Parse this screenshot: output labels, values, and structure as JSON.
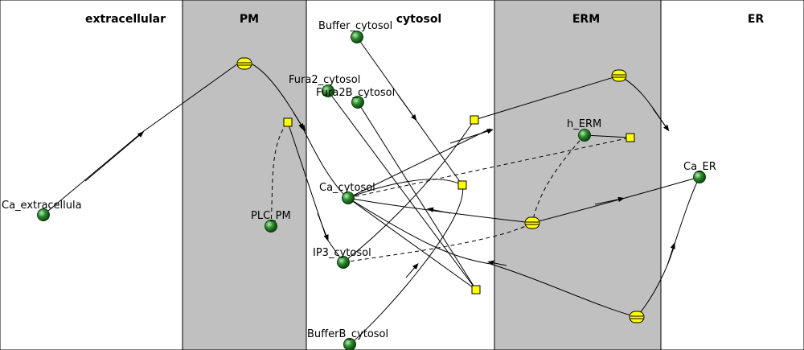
{
  "compartments": [
    {
      "id": "extracellular",
      "label": "extracellular",
      "fill": "#ffffff"
    },
    {
      "id": "pm",
      "label": "PM",
      "fill": "#c0c0c0"
    },
    {
      "id": "cytosol",
      "label": "cytosol",
      "fill": "#ffffff"
    },
    {
      "id": "erm",
      "label": "ERM",
      "fill": "#c0c0c0"
    },
    {
      "id": "er",
      "label": "ER",
      "fill": "#ffffff"
    }
  ],
  "species": [
    {
      "id": "ca_ext",
      "label": "Ca_extracellula"
    },
    {
      "id": "plc_pm",
      "label": "PLC_PM"
    },
    {
      "id": "buffer_cyt",
      "label": "Buffer_cytosol"
    },
    {
      "id": "fura2_cyt",
      "label": "Fura2_cytosol"
    },
    {
      "id": "fura2b_cyt",
      "label": "Fura2B_cytosol"
    },
    {
      "id": "ca_cyt",
      "label": "Ca_cytosol"
    },
    {
      "id": "ip3_cyt",
      "label": "IP3_cytosol"
    },
    {
      "id": "bufferb_cyt",
      "label": "BufferB_cytosol"
    },
    {
      "id": "h_erm",
      "label": "h_ERM"
    },
    {
      "id": "ca_er",
      "label": "Ca_ER"
    }
  ],
  "colors": {
    "species_fill": "#2e8b2e",
    "reaction_fill": "#ffff00",
    "membrane_fill": "#c0c0c0",
    "edge": "#000000"
  }
}
